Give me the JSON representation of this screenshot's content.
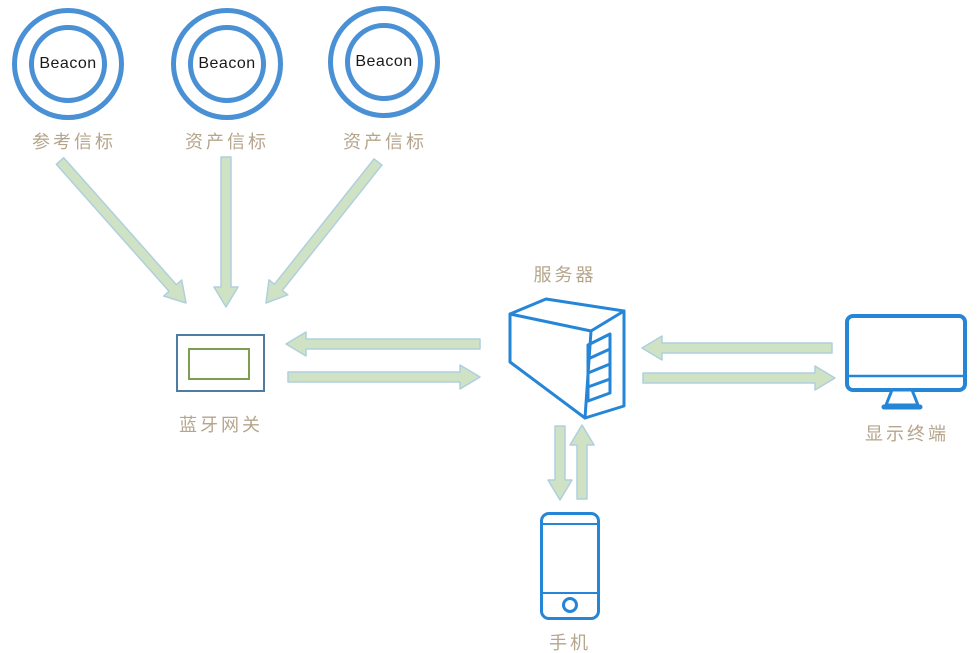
{
  "beacons": [
    {
      "text": "Beacon",
      "label": "参考信标"
    },
    {
      "text": "Beacon",
      "label": "资产信标"
    },
    {
      "text": "Beacon",
      "label": "资产信标"
    }
  ],
  "gateway": {
    "label": "蓝牙网关"
  },
  "server": {
    "label": "服务器"
  },
  "display": {
    "label": "显示终端"
  },
  "phone": {
    "label": "手机"
  },
  "colors": {
    "beacon_ring": "#4a90d5",
    "device_outline": "#2586d7",
    "gateway_border": "#4e7ca3",
    "gateway_inner": "#7f9e52",
    "label_text": "#b5a58c",
    "beacon_text": "#1a1a1a",
    "arrow_fill": "#cfe3c4",
    "arrow_stroke": "#afcfdf"
  }
}
